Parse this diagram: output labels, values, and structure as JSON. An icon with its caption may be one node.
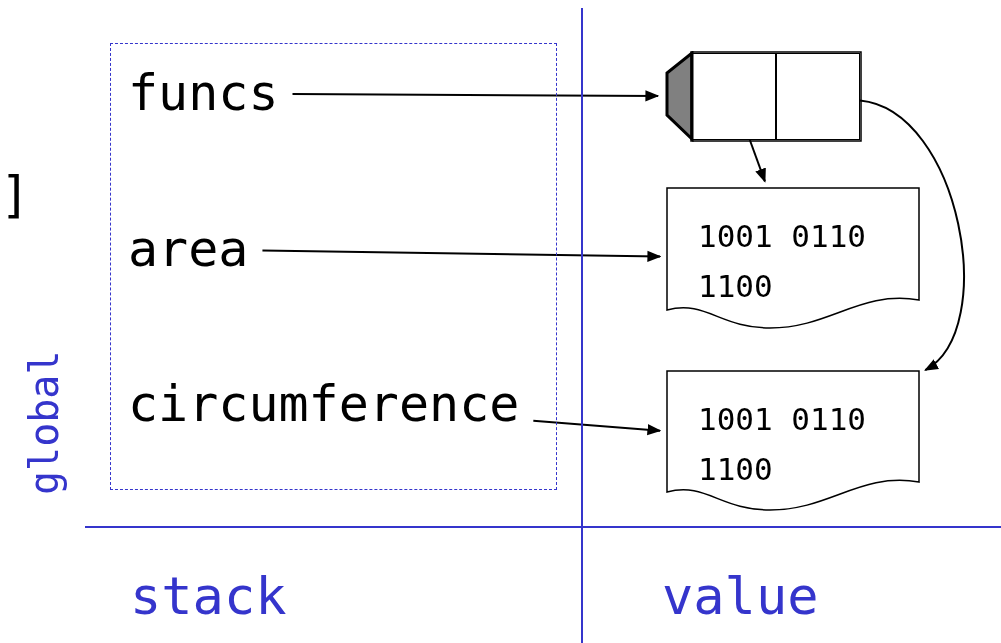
{
  "diagram": {
    "nodes": [
      {
        "text": [
          "global"
        ]
      },
      {
        "text": [
          "funcs"
        ],
        "in": 0
      },
      {
        "text": [
          "area"
        ],
        "in": 0
      },
      {
        "text": [
          "circumference"
        ],
        "in": 0
      },
      {
        "text": [],
        "shape": "box"
      },
      {
        "text": [],
        "shape": "box",
        "in": 4
      },
      {
        "text": [],
        "shape": "box",
        "in": 4
      },
      {
        "text": [
          "1001 0110 1100"
        ]
      },
      {
        "text": [
          "1001 0110 1100"
        ]
      }
    ],
    "edges": [
      {
        "from": 1,
        "to": 4,
        "arrow": "to"
      },
      {
        "from": 2,
        "to": 7,
        "arrow": "to"
      },
      {
        "from": 3,
        "to": 8,
        "arrow": "to"
      },
      {
        "from": 5,
        "to": 7,
        "arrow": "to"
      },
      {
        "from": 6,
        "to": 8,
        "arrow": "to"
      }
    ],
    "labels": [
      "]",
      "stack",
      "value"
    ]
  }
}
